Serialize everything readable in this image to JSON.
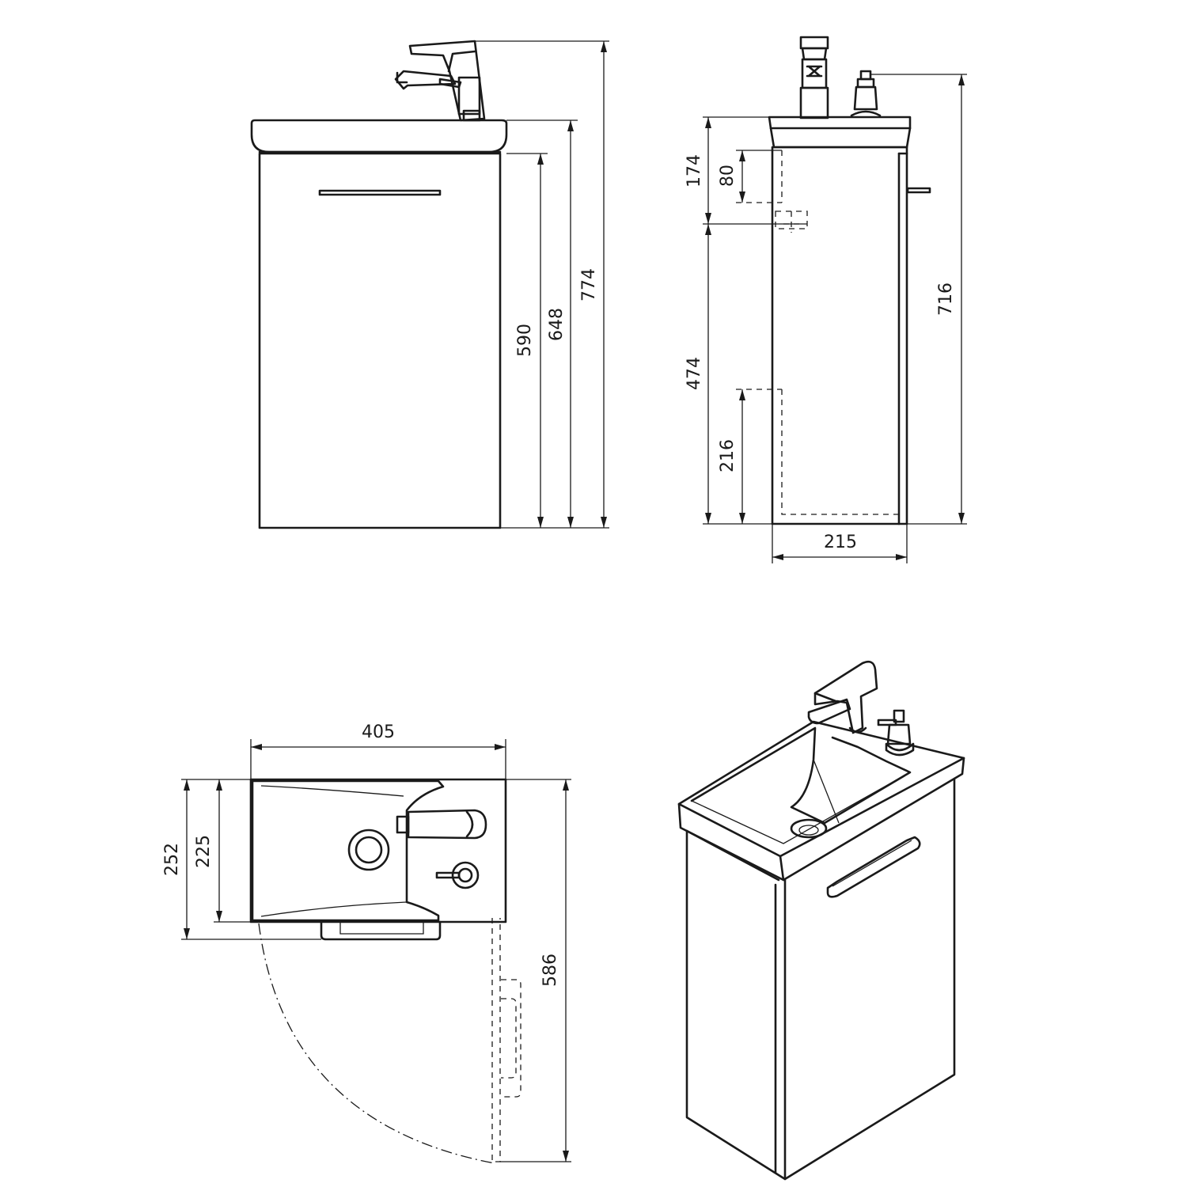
{
  "views": {
    "front": {
      "dim_774": "774",
      "dim_648": "648",
      "dim_590": "590"
    },
    "side": {
      "dim_174": "174",
      "dim_80": "80",
      "dim_474": "474",
      "dim_216": "216",
      "dim_716": "716",
      "dim_215": "215"
    },
    "top": {
      "dim_405": "405",
      "dim_252": "252",
      "dim_225": "225",
      "dim_586": "586"
    },
    "isometric": {}
  },
  "colors": {
    "line": "#1a1a1a",
    "background": "#ffffff"
  }
}
